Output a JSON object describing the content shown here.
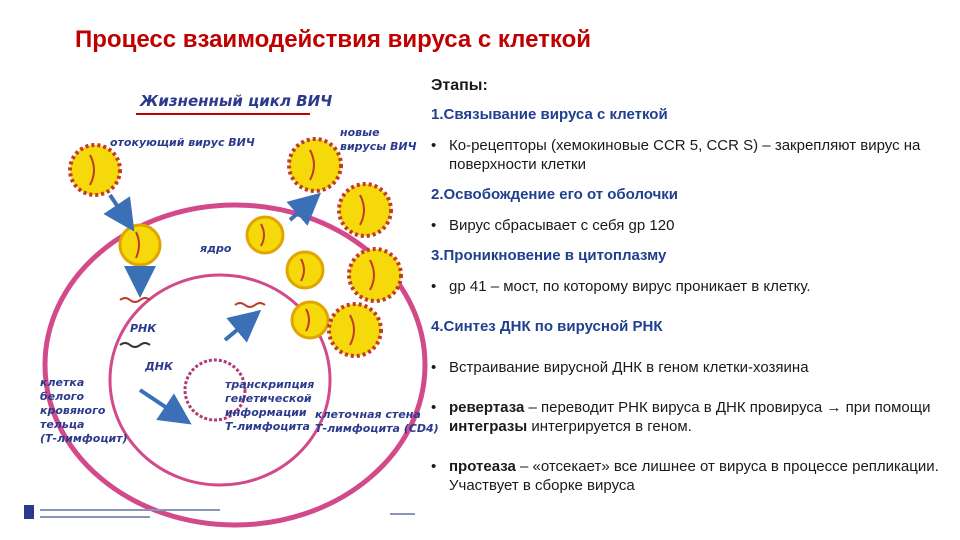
{
  "title": "Процесс взаимодействия вируса  с клеткой",
  "diagram": {
    "heading": "Жизненный цикл ВИЧ",
    "labels": {
      "budding": "отокующий вирус ВИЧ",
      "new_viruses_1": "новые",
      "new_viruses_2": "вирусы ВИЧ",
      "nucleus": "ядро",
      "rna": "РНК",
      "dna": "ДНК",
      "cell_1": "клетка",
      "cell_2": "белого",
      "cell_3": "кровяного",
      "cell_4": "тельца",
      "cell_5": "(Т-лимфоцит)",
      "transcription_1": "транскрипция",
      "transcription_2": "генетической",
      "transcription_3": "информации",
      "transcription_4": "Т-лимфоцита",
      "wall_1": "клеточная стена",
      "wall_2": "Т-лимфоцита (CD4)"
    }
  },
  "content": {
    "stages_label": "Этапы:",
    "step1": "1.Связывание вируса с клеткой",
    "step1_bullet": "Ко-рецепторы (хемокиновые CCR 5, CCR S) – закрепляют вирус на поверхности клетки",
    "step2": "2.Освобождение его от оболочки",
    "step2_bullet": "Вирус сбрасывает с себя gp 120",
    "step3": "3.Проникновение в цитоплазму",
    "step3_bullet": "gp 41 – мост, по которому вирус проникает в клетку.",
    "step4": "4.Синтез ДНК по вирусной РНК",
    "step4_bullet1": "Встраивание вирусной ДНК в геном клетки-хозяина",
    "b2_term": "ревертаза",
    "b2_text1": " – переводит РНК вируса в ДНК провируса ",
    "b2_arrow": "→",
    "b2_text2": " при помощи ",
    "b2_term2": "интегразы",
    "b2_text3": " интегрируется в геном.",
    "b3_term": "протеаза",
    "b3_text": " – «отсекает» все лишнее от вируса в процессе репликации. Участвует в сборке вируса",
    "bullet_char": "•"
  },
  "colors": {
    "title": "#c00000",
    "step": "#1f3f8f",
    "cell": "#d24a8a",
    "virus": "#f5d90a",
    "arrow": "#3b6fb6"
  }
}
